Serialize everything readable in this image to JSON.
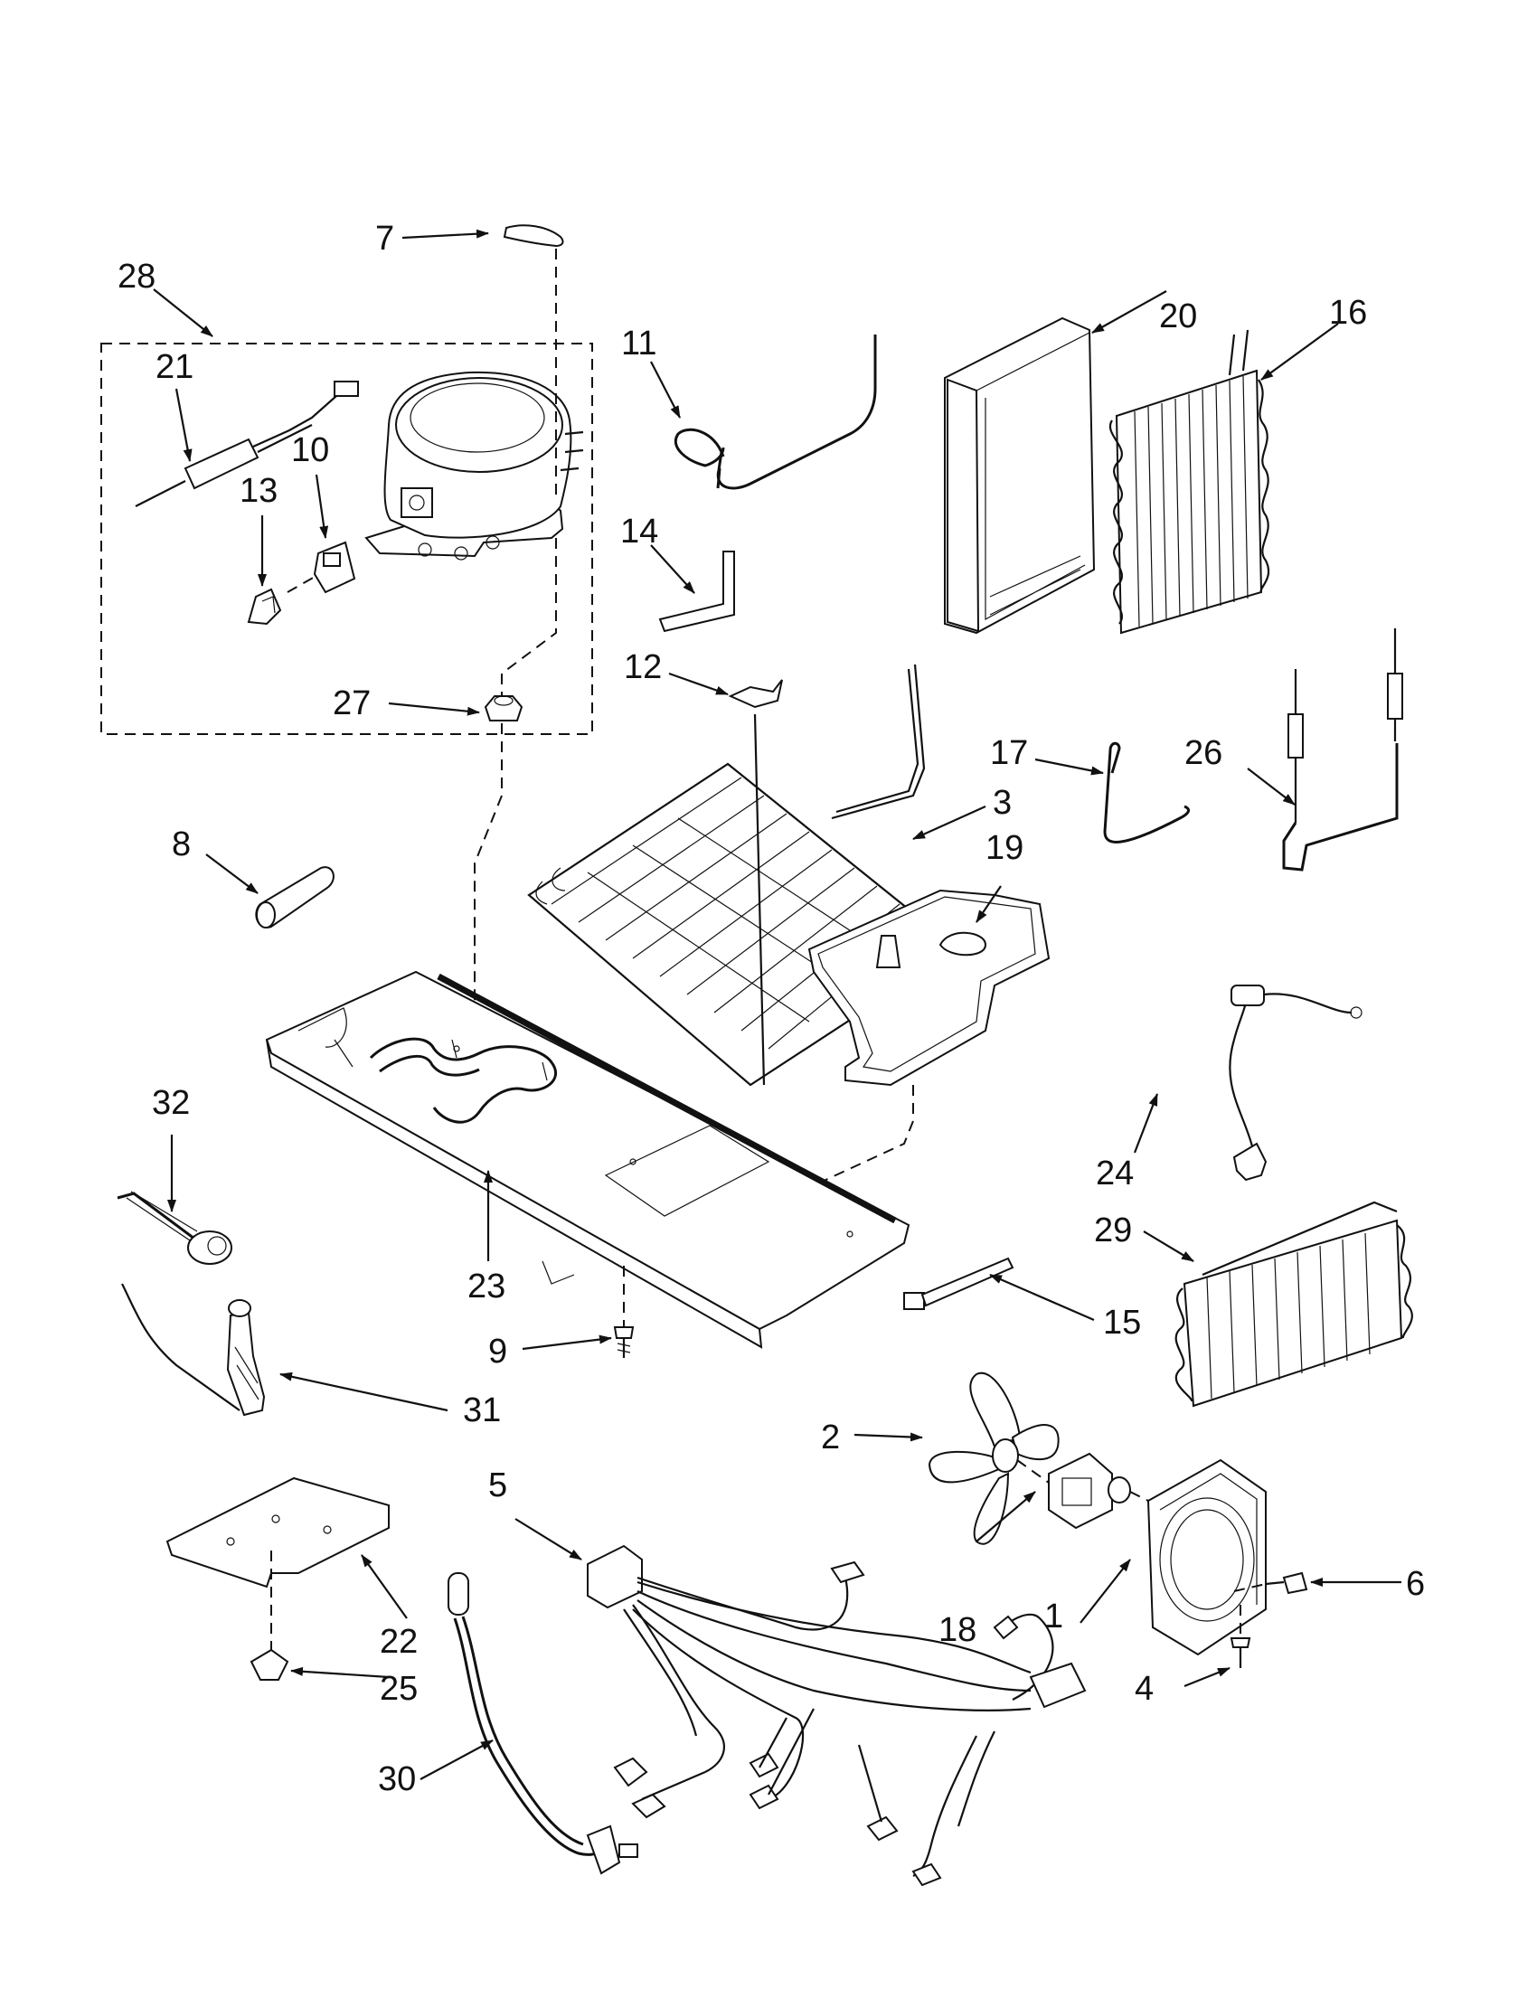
{
  "diagram": {
    "type": "exploded-parts-diagram",
    "callouts": [
      {
        "number": "1"
      },
      {
        "number": "2"
      },
      {
        "number": "3"
      },
      {
        "number": "4"
      },
      {
        "number": "5"
      },
      {
        "number": "6"
      },
      {
        "number": "7"
      },
      {
        "number": "8"
      },
      {
        "number": "9"
      },
      {
        "number": "10"
      },
      {
        "number": "11"
      },
      {
        "number": "12"
      },
      {
        "number": "13"
      },
      {
        "number": "14"
      },
      {
        "number": "15"
      },
      {
        "number": "16"
      },
      {
        "number": "17"
      },
      {
        "number": "18"
      },
      {
        "number": "19"
      },
      {
        "number": "20"
      },
      {
        "number": "21"
      },
      {
        "number": "22"
      },
      {
        "number": "23"
      },
      {
        "number": "24"
      },
      {
        "number": "25"
      },
      {
        "number": "26"
      },
      {
        "number": "27"
      },
      {
        "number": "28"
      },
      {
        "number": "29"
      },
      {
        "number": "30"
      },
      {
        "number": "31"
      },
      {
        "number": "32"
      }
    ]
  }
}
